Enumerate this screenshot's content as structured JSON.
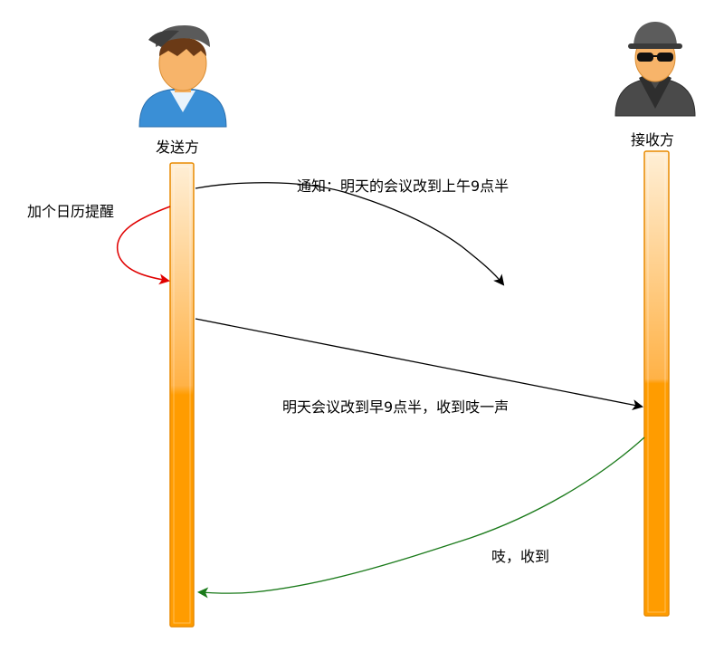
{
  "participants": {
    "sender": {
      "name": "发送方"
    },
    "receiver": {
      "name": "接收方"
    }
  },
  "messages": {
    "self_reminder": "加个日历提醒",
    "notification": "通知：明天的会议改到上午9点半",
    "main_message": "明天会议改到早9点半，收到吱一声",
    "reply": "吱，收到"
  },
  "colors": {
    "lifeline_light": "#ffe8c2",
    "lifeline_dark": "#ff9c00",
    "lifeline_border": "#e88a00",
    "self_arrow": "#e00000",
    "reply_arrow": "#1a7a1a",
    "message_arrow": "#000000"
  }
}
